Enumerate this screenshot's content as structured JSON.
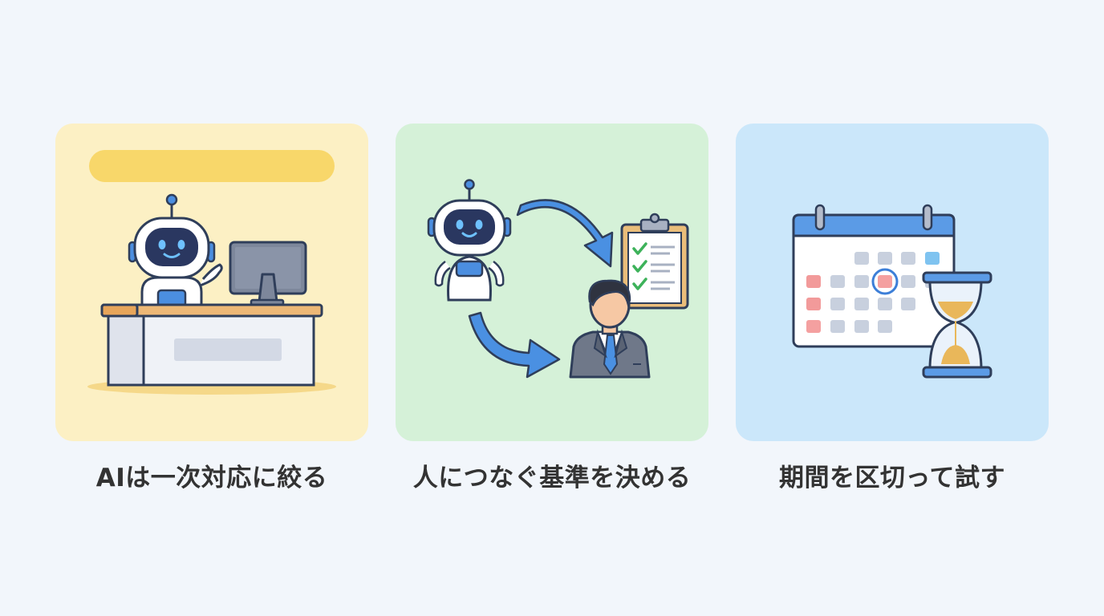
{
  "panels": [
    {
      "caption": "AIは一次対応に絞る",
      "background": "#fcf0c4",
      "icons": [
        "robot-icon",
        "computer-monitor-icon",
        "reception-desk-icon"
      ]
    },
    {
      "caption": "人につなぐ基準を決める",
      "background": "#d5f1d8",
      "icons": [
        "robot-icon",
        "arrow-icon",
        "checklist-clipboard-icon",
        "businessperson-icon"
      ]
    },
    {
      "caption": "期間を区切って試す",
      "background": "#cbe7fa",
      "icons": [
        "calendar-icon",
        "hourglass-icon"
      ]
    }
  ],
  "colors": {
    "outline": "#2f3e5a",
    "robot_blue": "#4b8ee0",
    "arrow_blue": "#4a90e2",
    "check_green": "#3db25a",
    "highlight_red": "#f4a0a0",
    "sand": "#e9b75a"
  }
}
